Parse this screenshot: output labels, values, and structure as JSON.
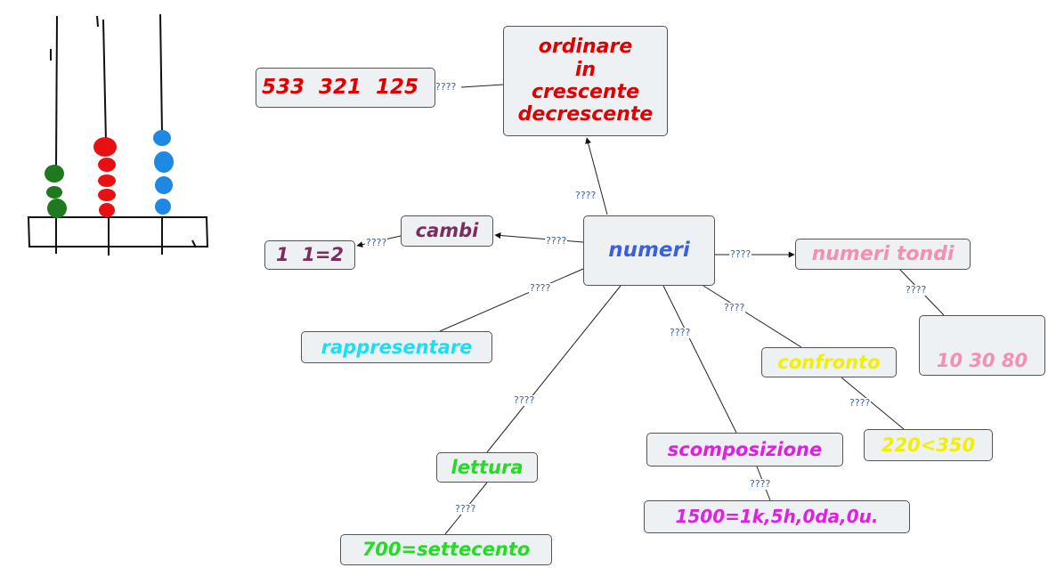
{
  "colors": {
    "bead_green": "#1f7a1f",
    "bead_red": "#e81010",
    "bead_blue": "#1e88e5",
    "node_bg": "#eef1f3",
    "link": "#222222",
    "link_label": "#3b5fb0"
  },
  "abacus": {
    "columns": [
      {
        "color": "green",
        "beads": 3
      },
      {
        "color": "red",
        "beads": 5
      },
      {
        "color": "blue",
        "beads": 4
      }
    ]
  },
  "nodes": {
    "numeri": {
      "label": "numeri",
      "color": "#3a5fe0"
    },
    "ordinare": {
      "lines": [
        "ordinare",
        "in",
        "crescente",
        "decrescente"
      ],
      "color": "#e00000"
    },
    "ordinare_example": {
      "label": "533  321  125",
      "color": "#e00000"
    },
    "cambi": {
      "label": "cambi",
      "color": "#7b2d5f"
    },
    "cambi_example": {
      "label": "1  1=2",
      "color": "#7b2d5f"
    },
    "numeri_tondi": {
      "label": "numeri tondi",
      "color": "#f48fb1"
    },
    "numeri_tondi_example": {
      "label": "10 30 80",
      "color": "#f48fb1"
    },
    "rappresentare": {
      "label": "rappresentare",
      "color": "#19e0f0"
    },
    "confronto": {
      "label": "confronto",
      "color": "#f0f000"
    },
    "confronto_example": {
      "label": "220<350",
      "color": "#f0f000"
    },
    "lettura": {
      "label": "lettura",
      "color": "#22dd22"
    },
    "lettura_example": {
      "label": "700=settecento",
      "color": "#22dd22"
    },
    "scomposizione": {
      "label": "scomposizione",
      "color": "#e020e0"
    },
    "scomposizione_example": {
      "label": "1500=1k,5h,0da,0u.",
      "color": "#e020e0"
    }
  },
  "link_label": "????"
}
